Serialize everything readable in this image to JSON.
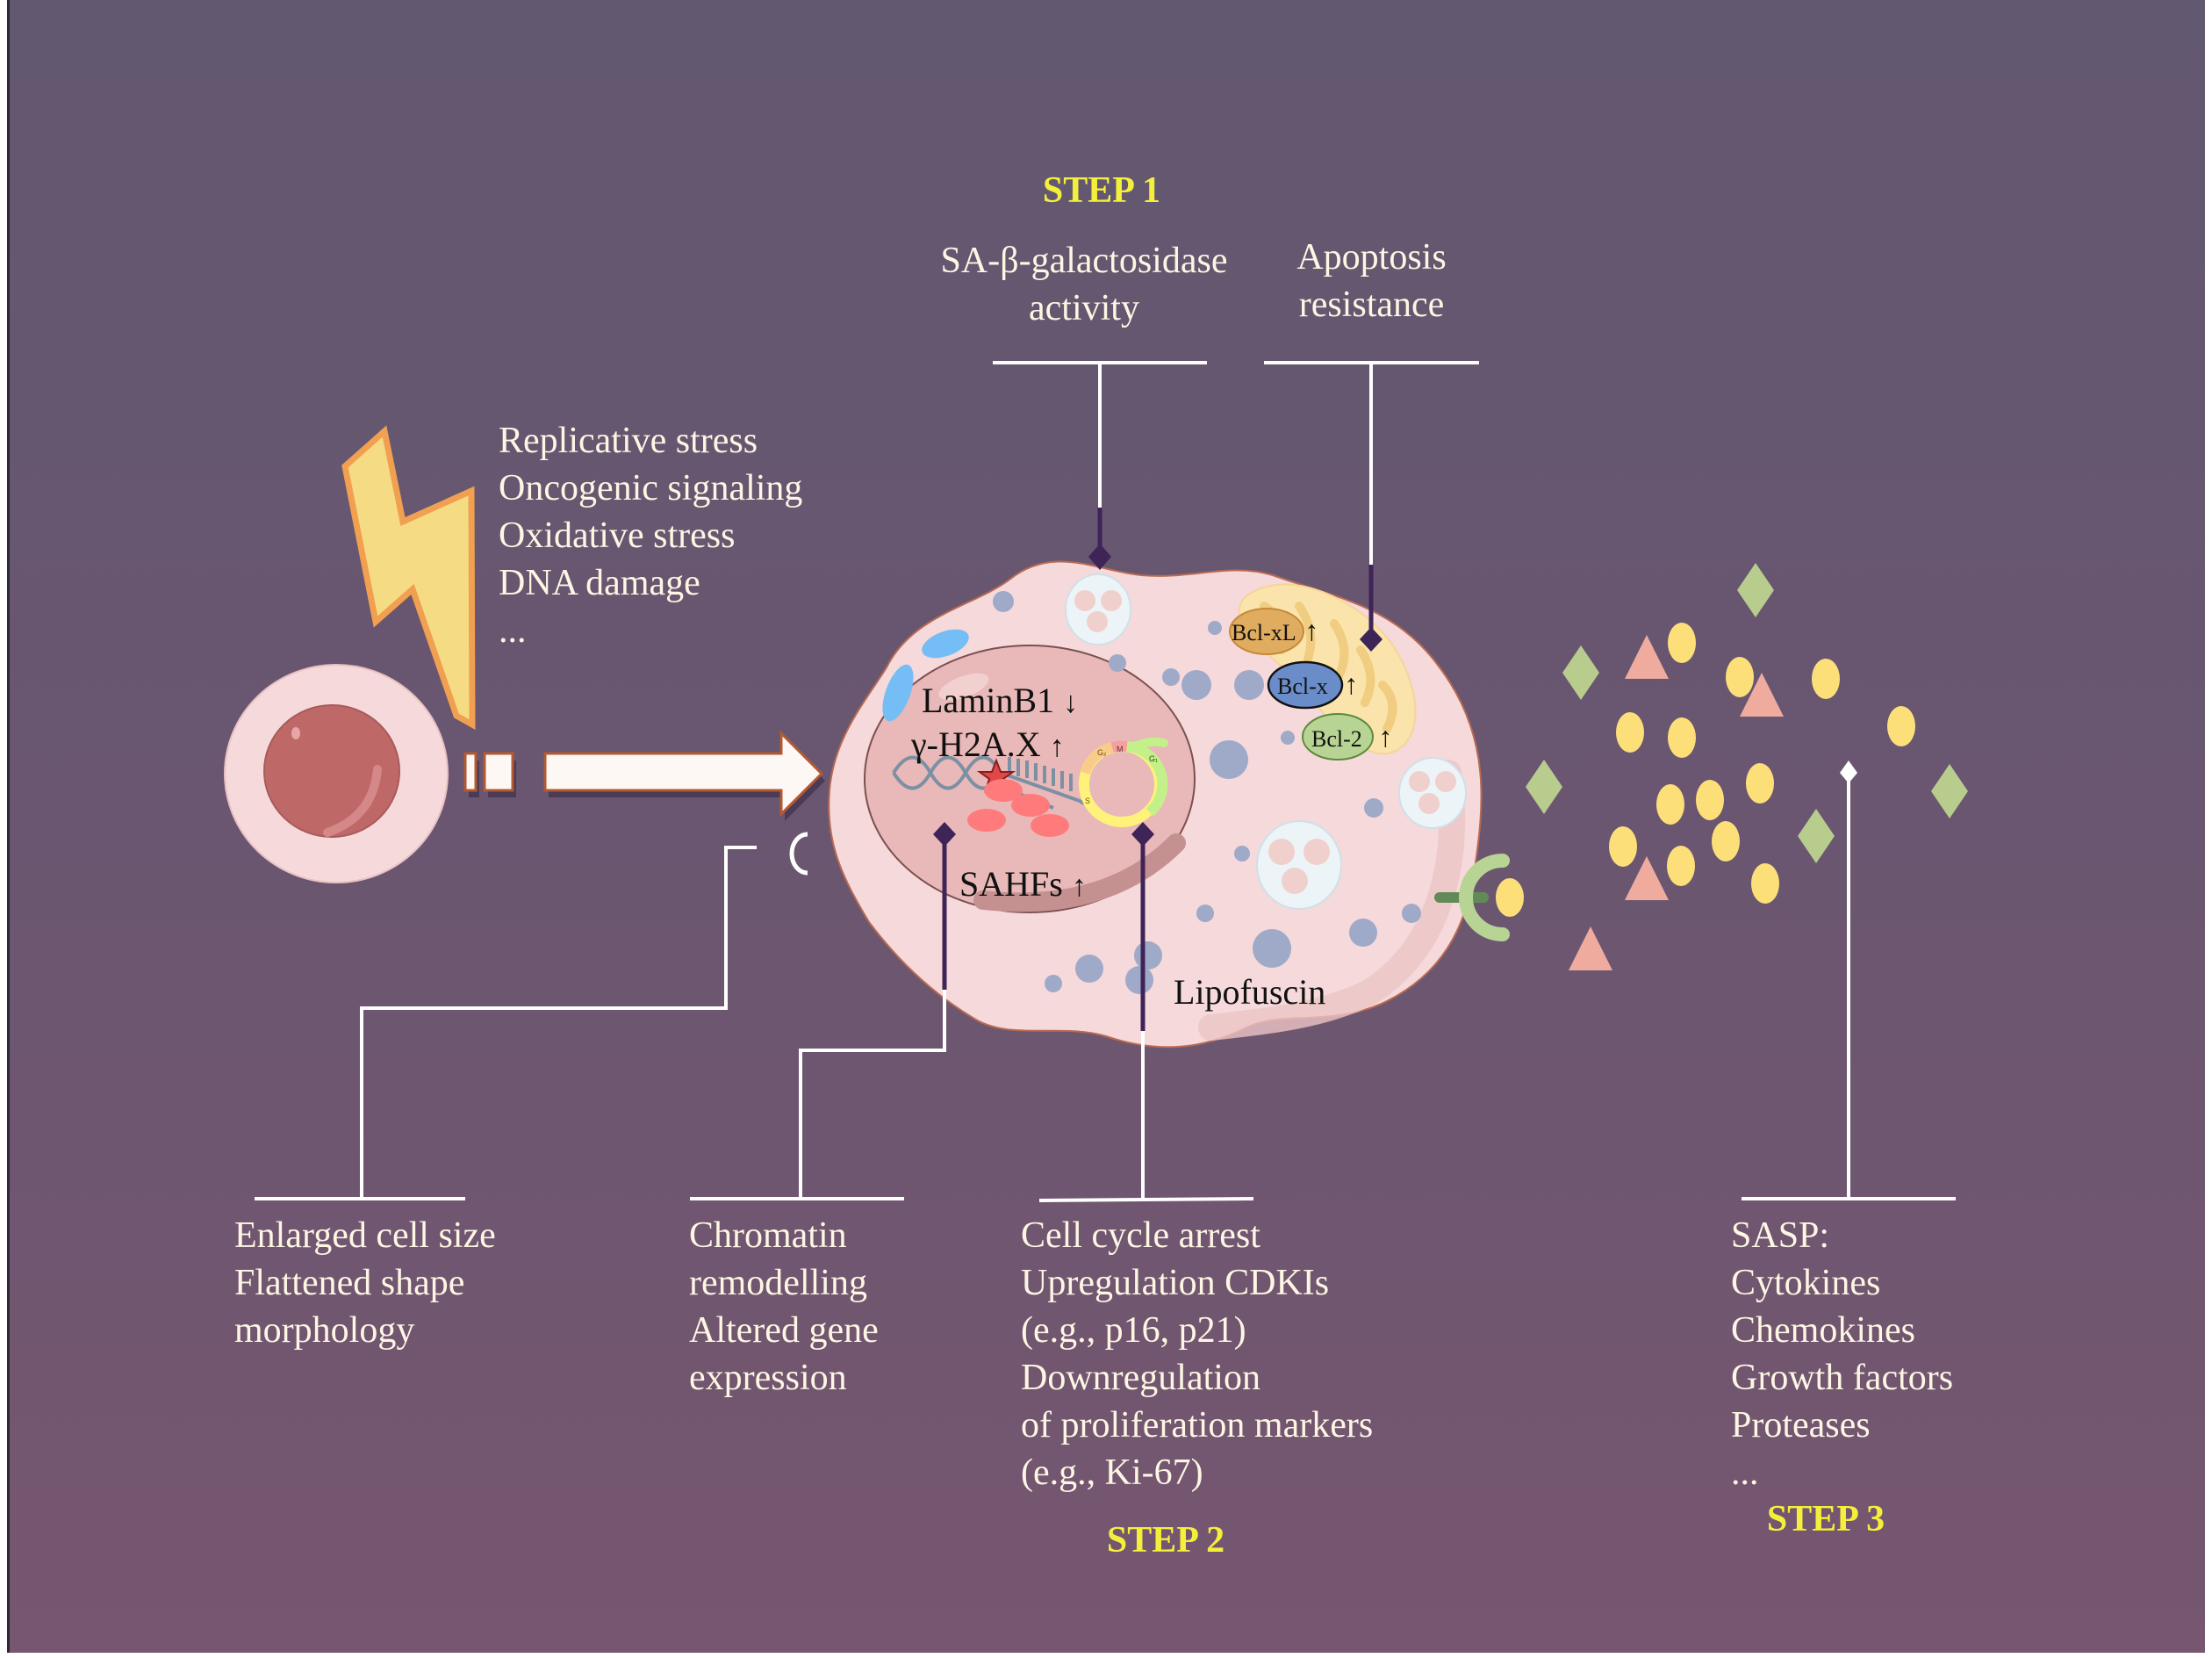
{
  "steps": {
    "step1": "STEP 1",
    "step2": "STEP 2",
    "step3": "STEP 3"
  },
  "stressors": {
    "icon": "lightning-bolt-icon",
    "items": [
      "Replicative stress",
      "Oncogenic signaling",
      "Oxidative stress",
      "DNA damage",
      "..."
    ]
  },
  "top_labels": {
    "sa_beta_gal": [
      "SA-β-galactosidase",
      "activity"
    ],
    "apoptosis": [
      "Apoptosis",
      "resistance"
    ]
  },
  "cell_labels": {
    "laminb1": "LaminB1",
    "laminb1_arrow": "↓",
    "h2ax": "γ-H2A.X",
    "h2ax_arrow": "↑",
    "sahfs": "SAHFs",
    "sahfs_arrow": "↑",
    "lipofuscin": "Lipofuscin",
    "bcl_xl": "Bcl-xL",
    "bcl_x": "Bcl-x",
    "bcl_2": "Bcl-2",
    "up_arrow": "↑",
    "cell_cycle": {
      "phases": [
        "G₂",
        "M",
        "G₁",
        "S"
      ]
    }
  },
  "bottom_labels": {
    "morphology": [
      "Enlarged cell size",
      "Flattened shape",
      "morphology"
    ],
    "chromatin": [
      "Chromatin",
      "remodelling",
      "Altered gene",
      "expression"
    ],
    "cell_cycle": [
      "Cell cycle arrest",
      "Upregulation CDKIs",
      "(e.g., p16, p21)",
      "Downregulation",
      "of proliferation markers",
      "(e.g., Ki-67)"
    ],
    "sasp": [
      "SASP:",
      "Cytokines",
      "Chemokines",
      "Growth factors",
      "Proteases",
      "..."
    ]
  },
  "colors": {
    "background_top": "#625870",
    "background_bottom": "#765670",
    "text": "#fdf6e3",
    "step": "#f4ef3a",
    "connector_white": "#ffffff",
    "connector_dark": "#3f2458",
    "cell_fill": "#f5d9db",
    "nucleus_fill": "#e9b8b8",
    "bolt_fill": "#f5dc84",
    "bolt_stroke": "#f0a050",
    "sasp_circle": "#fddf7a",
    "sasp_diamond": "#b8cc8e",
    "sasp_triangle": "#eeab9e"
  }
}
